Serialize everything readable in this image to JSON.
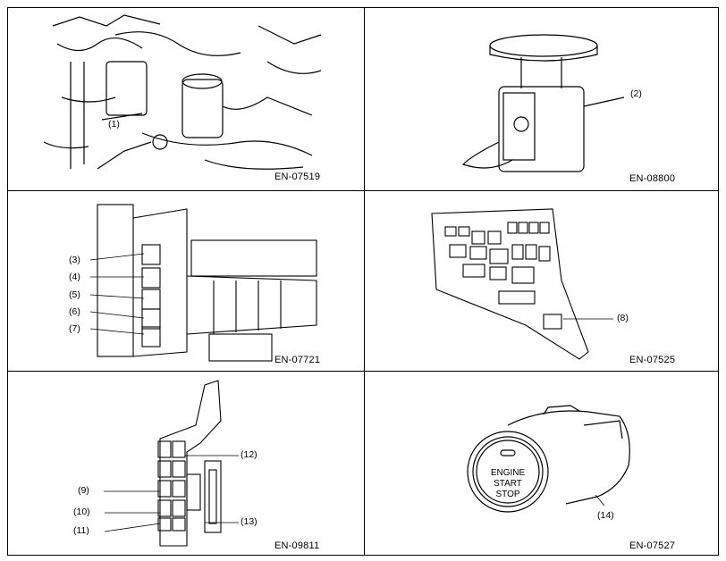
{
  "figures": [
    {
      "code": "EN-07519",
      "callouts": [
        "(1)"
      ]
    },
    {
      "code": "EN-08800",
      "callouts": [
        "(2)"
      ]
    },
    {
      "code": "EN-07721",
      "callouts": [
        "(3)",
        "(4)",
        "(5)",
        "(6)",
        "(7)"
      ]
    },
    {
      "code": "EN-07525",
      "callouts": [
        "(8)"
      ]
    },
    {
      "code": "EN-09811",
      "callouts": [
        "(9)",
        "(10)",
        "(11)",
        "(12)",
        "(13)"
      ]
    },
    {
      "code": "EN-07527",
      "callouts": [
        "(14)"
      ],
      "button_text": [
        "ENGINE",
        "START",
        "STOP"
      ]
    }
  ]
}
